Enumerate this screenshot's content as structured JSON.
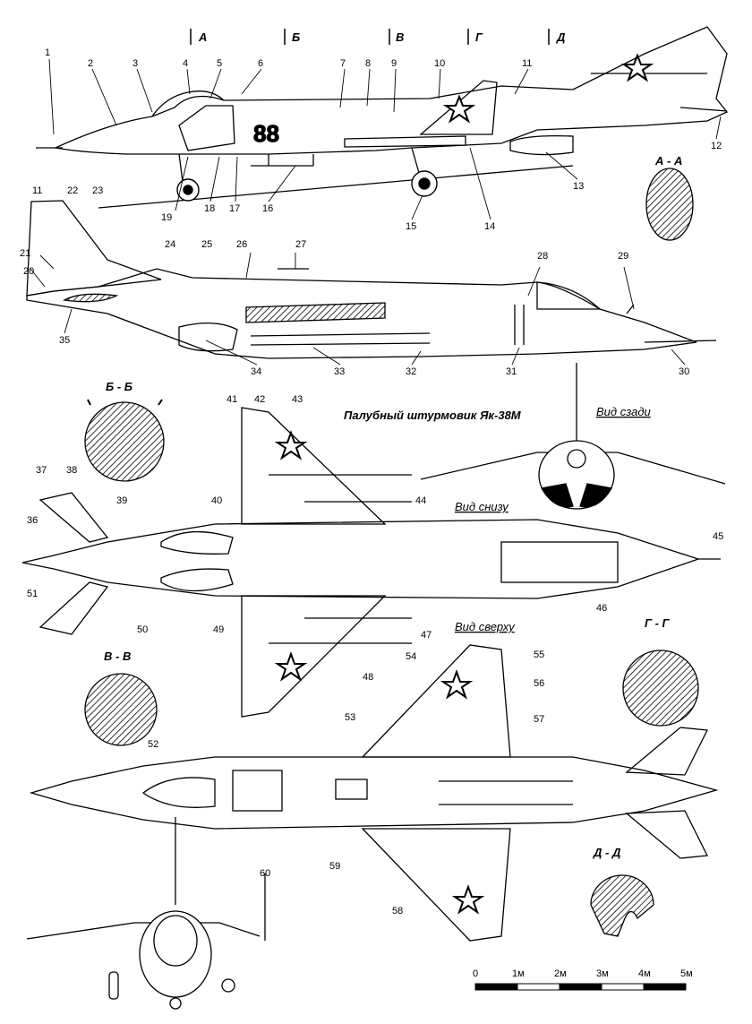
{
  "title": "Палубный штурмовик Як-38М",
  "tail_number": "88",
  "section_marks": [
    "А",
    "Б",
    "В",
    "Г",
    "Д"
  ],
  "sections": {
    "aa": "А - А",
    "bb": "Б - Б",
    "vv": "В - В",
    "gg": "Г - Г",
    "dd": "Д - Д"
  },
  "views": {
    "rear": "Вид сзади",
    "bottom": "Вид снизу",
    "top": "Вид сверху"
  },
  "scale": {
    "labels": [
      "0",
      "1м",
      "2м",
      "3м",
      "4м",
      "5м"
    ]
  },
  "callouts": [
    "1",
    "2",
    "3",
    "4",
    "5",
    "6",
    "7",
    "8",
    "9",
    "10",
    "11",
    "12",
    "13",
    "14",
    "15",
    "16",
    "17",
    "18",
    "19",
    "20",
    "21",
    "22",
    "23",
    "24",
    "25",
    "26",
    "27",
    "28",
    "29",
    "30",
    "31",
    "32",
    "33",
    "34",
    "35",
    "36",
    "37",
    "38",
    "39",
    "40",
    "41",
    "42",
    "43",
    "44",
    "45",
    "46",
    "47",
    "48",
    "49",
    "50",
    "51",
    "52",
    "53",
    "54",
    "55",
    "56",
    "57",
    "58",
    "59",
    "60"
  ],
  "colors": {
    "ink": "#000000",
    "paper": "#ffffff"
  }
}
